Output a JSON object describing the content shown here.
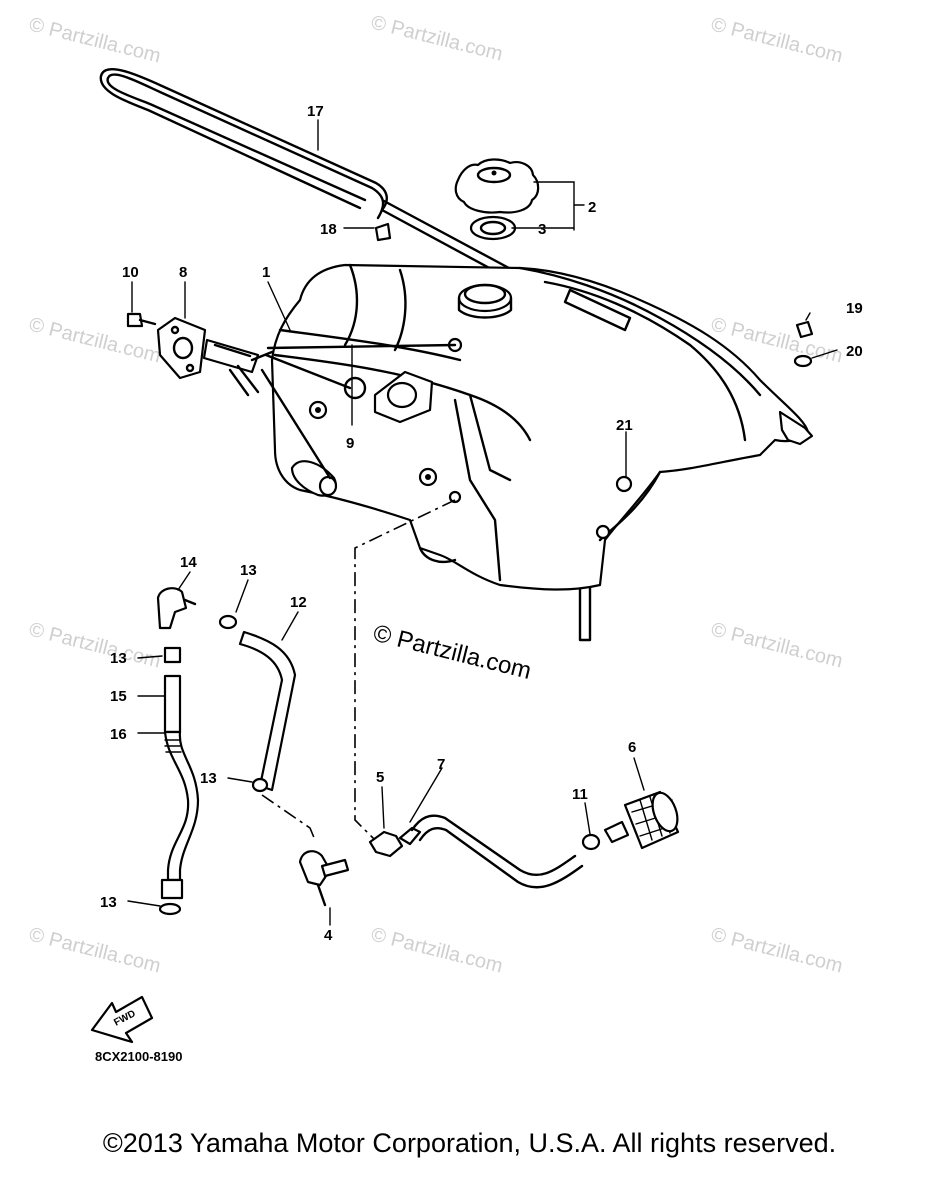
{
  "watermarks": {
    "text": "© Partzilla.com",
    "center_text": "© Partzilla.com"
  },
  "parts": {
    "p1": "1",
    "p2": "2",
    "p3": "3",
    "p4": "4",
    "p5": "5",
    "p6": "6",
    "p7": "7",
    "p8": "8",
    "p9": "9",
    "p10": "10",
    "p11": "11",
    "p12": "12",
    "p13": "13",
    "p14": "14",
    "p15": "15",
    "p16": "16",
    "p17": "17",
    "p18": "18",
    "p19": "19",
    "p20": "20",
    "p21": "21"
  },
  "fwd_label": "FWD",
  "diagram_code": "8CX2100-8190",
  "copyright": "©2013 Yamaha Motor Corporation, U.S.A. All rights reserved."
}
